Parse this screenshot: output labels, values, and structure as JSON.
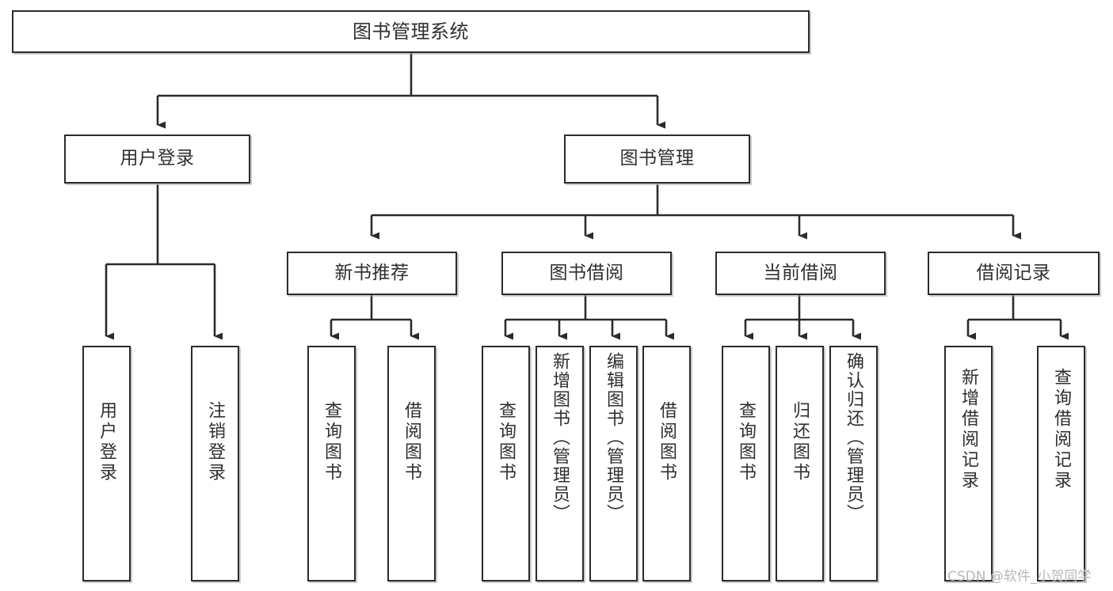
{
  "diagram": {
    "title": "图书管理系统",
    "type": "tree",
    "watermark": "CSDN @软件_小贺同学",
    "colors": {
      "box_border": "#2b2b2b",
      "box_fill": "#ffffff",
      "text": "#2f2f2f",
      "edge": "#2b2b2b",
      "watermark": "#b8b8b8",
      "background": "#ffffff"
    },
    "levels": {
      "level1": [
        "图书管理系统"
      ],
      "level2": [
        "用户登录",
        "图书管理"
      ],
      "level3": [
        "新书推荐",
        "图书借阅",
        "当前借阅",
        "借阅记录"
      ],
      "level4": [
        "用户登录",
        "注销登录",
        "查询图书",
        "借阅图书",
        "查询图书",
        "新增图书（管理员）",
        "编辑图书（管理员）",
        "借阅图书",
        "查询图书",
        "归还图书",
        "确认归还（管理员）",
        "新增借阅记录",
        "查询借阅记录"
      ]
    },
    "nodes": {
      "root": {
        "label": "图书管理系统"
      },
      "user_login": {
        "label": "用户登录"
      },
      "book_manage": {
        "label": "图书管理"
      },
      "new_book_rec": {
        "label": "新书推荐"
      },
      "book_borrow": {
        "label": "图书借阅"
      },
      "current_borrow": {
        "label": "当前借阅"
      },
      "borrow_record": {
        "label": "借阅记录"
      },
      "leaf_user_login": {
        "label": "用户登录"
      },
      "leaf_logout": {
        "label": "注销登录"
      },
      "leaf_query_book_a": {
        "label": "查询图书"
      },
      "leaf_borrow_book_a": {
        "label": "借阅图书"
      },
      "leaf_query_book_b": {
        "label": "查询图书"
      },
      "leaf_add_book": {
        "label": "新增图书（管理员）"
      },
      "leaf_edit_book": {
        "label": "编辑图书（管理员）"
      },
      "leaf_borrow_book_b": {
        "label": "借阅图书"
      },
      "leaf_query_book_c": {
        "label": "查询图书"
      },
      "leaf_return_book": {
        "label": "归还图书"
      },
      "leaf_confirm_return": {
        "label": "确认归还（管理员）"
      },
      "leaf_add_record": {
        "label": "新增借阅记录"
      },
      "leaf_query_record": {
        "label": "查询借阅记录"
      }
    },
    "edges": [
      {
        "from": "root",
        "to": "user_login"
      },
      {
        "from": "root",
        "to": "book_manage"
      },
      {
        "from": "user_login",
        "to": "leaf_user_login"
      },
      {
        "from": "user_login",
        "to": "leaf_logout"
      },
      {
        "from": "book_manage",
        "to": "new_book_rec"
      },
      {
        "from": "book_manage",
        "to": "book_borrow"
      },
      {
        "from": "book_manage",
        "to": "current_borrow"
      },
      {
        "from": "book_manage",
        "to": "borrow_record"
      },
      {
        "from": "new_book_rec",
        "to": "leaf_query_book_a"
      },
      {
        "from": "new_book_rec",
        "to": "leaf_borrow_book_a"
      },
      {
        "from": "book_borrow",
        "to": "leaf_query_book_b"
      },
      {
        "from": "book_borrow",
        "to": "leaf_add_book"
      },
      {
        "from": "book_borrow",
        "to": "leaf_edit_book"
      },
      {
        "from": "book_borrow",
        "to": "leaf_borrow_book_b"
      },
      {
        "from": "current_borrow",
        "to": "leaf_query_book_c"
      },
      {
        "from": "current_borrow",
        "to": "leaf_return_book"
      },
      {
        "from": "current_borrow",
        "to": "leaf_confirm_return"
      },
      {
        "from": "borrow_record",
        "to": "leaf_add_record"
      },
      {
        "from": "borrow_record",
        "to": "leaf_query_record"
      }
    ]
  }
}
